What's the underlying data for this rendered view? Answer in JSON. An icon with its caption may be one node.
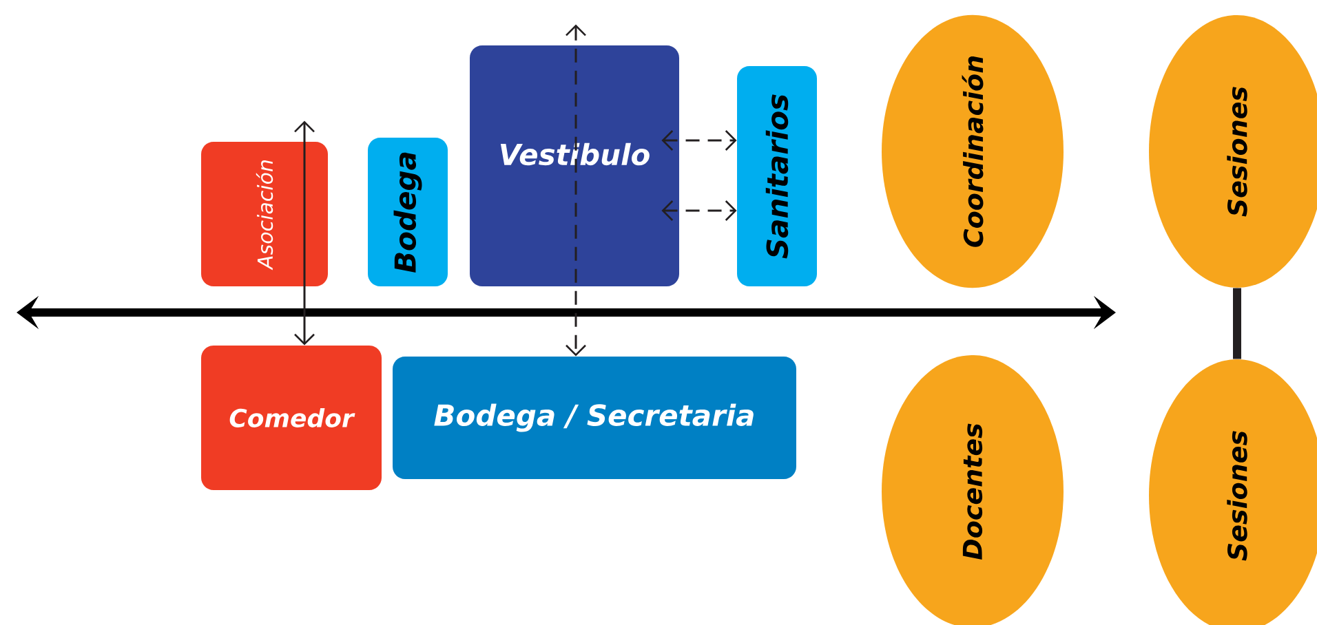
{
  "diagram": {
    "nodes": [
      {
        "text": [
          "Asociación"
        ]
      },
      {
        "text": [
          "Bodega"
        ]
      },
      {
        "text": [
          "Vestibulo"
        ]
      },
      {
        "text": [
          "Sanitarios"
        ]
      },
      {
        "text": [
          "Coordinación"
        ]
      },
      {
        "text": [
          "Sesiones"
        ]
      },
      {
        "text": [
          "Comedor"
        ]
      },
      {
        "text": [
          "Bodega / Secretaria"
        ]
      },
      {
        "text": [
          "Docentes"
        ]
      },
      {
        "text": [
          "Sesiones"
        ]
      }
    ],
    "edges": [
      {
        "from": 0,
        "to": 6,
        "arrow": "both"
      },
      {
        "from": 2,
        "to": 7,
        "arrow": "both",
        "style": "dashed"
      },
      {
        "from": 2,
        "to": 3,
        "arrow": "both",
        "style": "dashed"
      },
      {
        "from": 2,
        "to": 3,
        "arrow": "both",
        "style": "dashed"
      },
      {
        "from": 5,
        "to": 9,
        "arrow": "none",
        "style": "thick"
      }
    ]
  }
}
